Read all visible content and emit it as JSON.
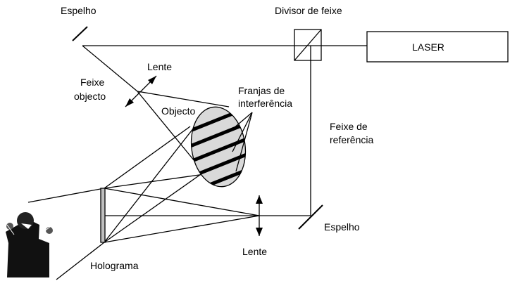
{
  "labels": {
    "mirror_top": "Espelho",
    "beam_splitter": "Divisor de feixe",
    "laser": "LASER",
    "lens_top": "Lente",
    "object_beam_1": "Feixe",
    "object_beam_2": "objecto",
    "object": "Objecto",
    "fringes_1": "Franjas de",
    "fringes_2": "interferência",
    "reference_beam_1": "Feixe de",
    "reference_beam_2": "referência",
    "mirror_bottom": "Espelho",
    "lens_bottom": "Lente",
    "hologram": "Holograma"
  },
  "colors": {
    "object_fill": "#d9d9d9",
    "hologram_fill": "#bfbfbf",
    "line": "#000000"
  }
}
